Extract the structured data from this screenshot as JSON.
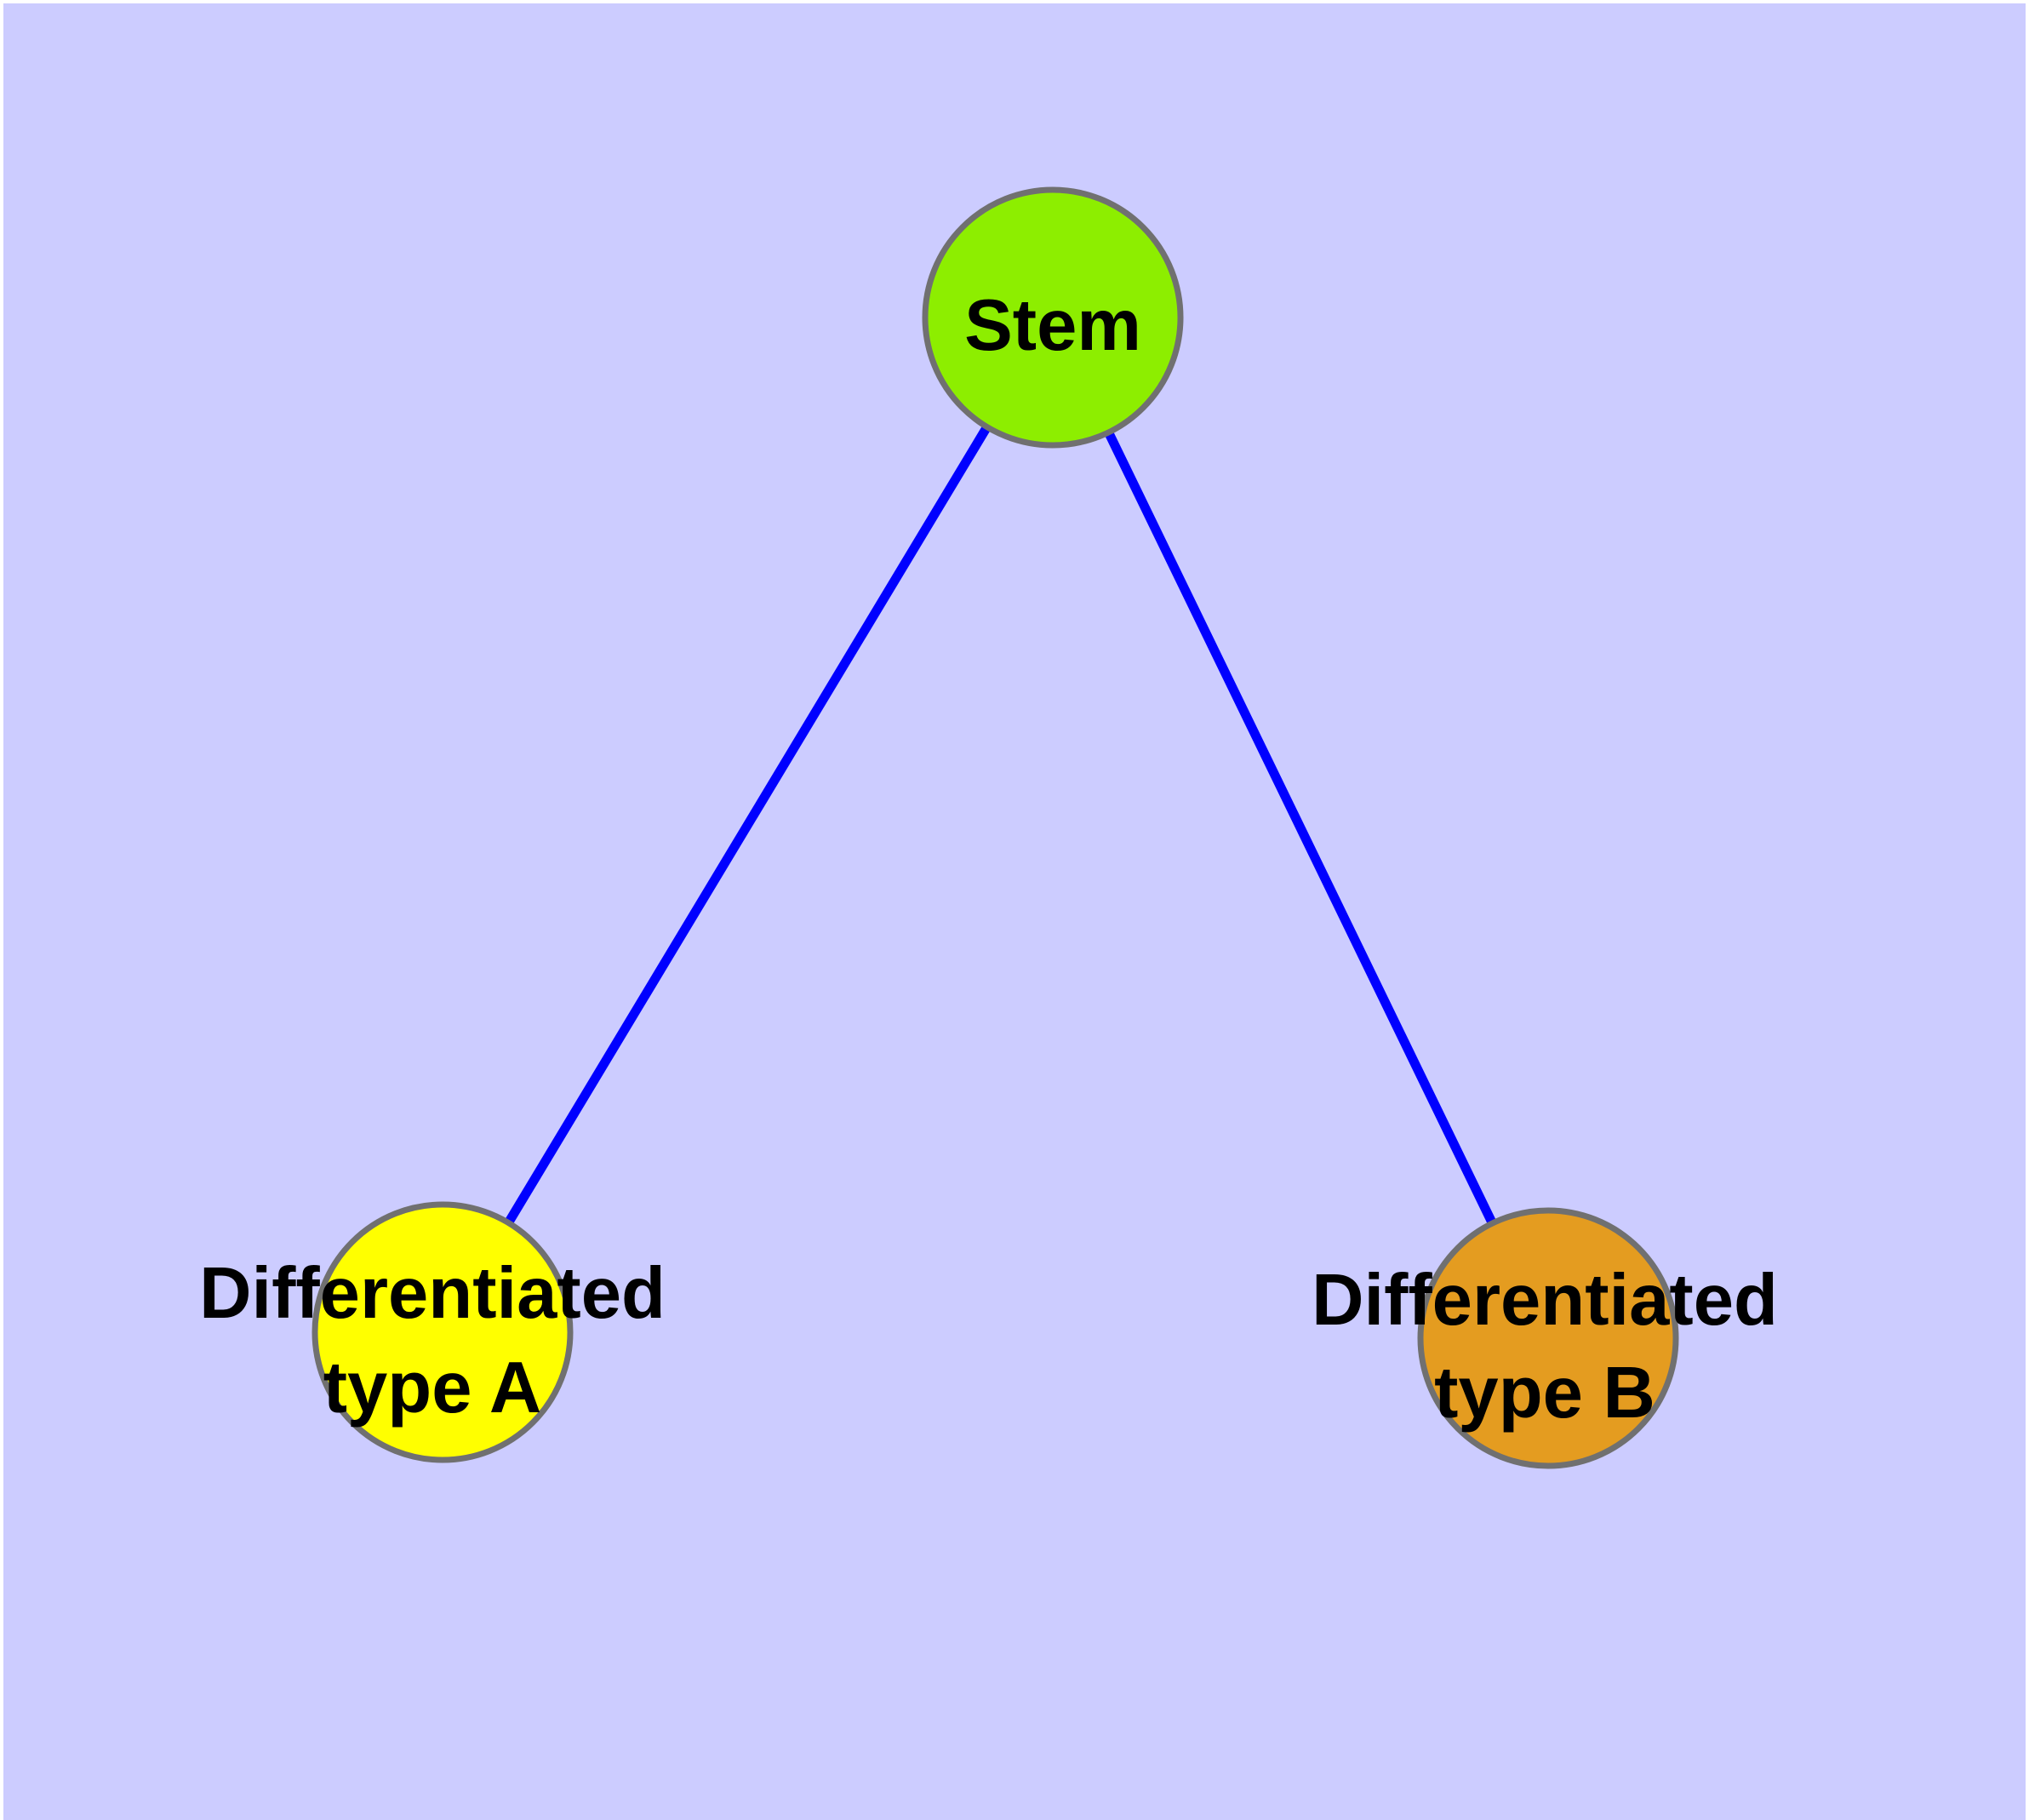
{
  "diagram": {
    "type": "graph",
    "background_color": "#CCCCFF",
    "margin_color": "#FFFFFF",
    "edge_color": "#0000FF",
    "node_border_color": "#707070",
    "text_color": "#000000",
    "nodes": [
      {
        "id": "stem",
        "label": "Stem",
        "fill": "#8DEE00"
      },
      {
        "id": "differentiated-type-a",
        "label_line1": "Differentiated",
        "label_line2": "type A",
        "fill": "#FFFF00"
      },
      {
        "id": "differentiated-type-b",
        "label_line1": "Differentiated",
        "label_line2": "type B",
        "fill": "#E49C20"
      }
    ],
    "edges": [
      {
        "from": "Stem",
        "to": "Differentiated type A"
      },
      {
        "from": "Stem",
        "to": "Differentiated type B"
      }
    ]
  }
}
